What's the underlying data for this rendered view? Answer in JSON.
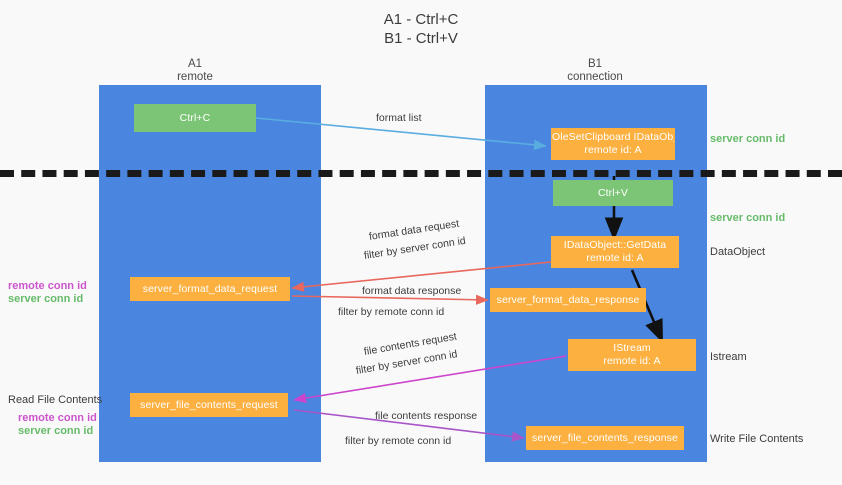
{
  "title": {
    "line1": "A1 - Ctrl+C",
    "line2": "B1 - Ctrl+V"
  },
  "columns": [
    {
      "name": "A1",
      "subtitle": "remote"
    },
    {
      "name": "B1",
      "subtitle": "connection"
    }
  ],
  "colors": {
    "lane": "#4a86e0",
    "green_box": "#7cc576",
    "orange_box": "#fbb040",
    "server_conn_id": "#66bb6a",
    "remote_conn_id": "#cc55cc",
    "arrow_blue": "#5aade0",
    "arrow_red": "#e8685e",
    "arrow_magenta": "#cc44cc",
    "arrow_purple": "#a855c8",
    "arrow_black": "#111111",
    "background": "#f9f9f9"
  },
  "boxes": {
    "ctrl_c": {
      "line1": "Ctrl+C",
      "line2": ""
    },
    "data_object_set": {
      "line1": "OleSetClipboard IDataObject",
      "line2": "remote id: A"
    },
    "ctrl_v": {
      "line1": "Ctrl+V",
      "line2": ""
    },
    "get_data": {
      "line1": "IDataObject::GetData",
      "line2": "remote id: A"
    },
    "server_format_data_request": {
      "line1": "server_format_data_request",
      "line2": ""
    },
    "server_format_data_response": {
      "line1": "server_format_data_response",
      "line2": ""
    },
    "istream": {
      "line1": "IStream",
      "line2": "remote id: A"
    },
    "server_file_contents_request": {
      "line1": "server_file_contents_request",
      "line2": ""
    },
    "server_file_contents_response": {
      "line1": "server_file_contents_response",
      "line2": ""
    }
  },
  "arrow_labels": {
    "format_list": "format list",
    "format_data_request": "format data request",
    "format_data_request_filter_prefix": "filter by",
    "format_data_request_filter_value": "server conn id",
    "format_data_response": "format data response",
    "format_data_response_filter_prefix": "filter by",
    "format_data_response_filter_value": "remote conn id",
    "file_contents_request": "file contents request",
    "file_contents_request_filter_prefix": "filter by",
    "file_contents_request_filter_value": "server conn id",
    "file_contents_response": "file contents response",
    "file_contents_response_filter_prefix": "filter by",
    "file_contents_response_filter_value": "remote conn id"
  },
  "right_annotations": {
    "server_conn_id_top": "server conn id",
    "server_conn_id_mid": "server conn id",
    "data_object": "DataObject",
    "istream": "Istream",
    "write_file_contents": "Write File Contents"
  },
  "left_annotations": {
    "remote_conn_id_mid": "remote conn id",
    "server_conn_id_mid": "server conn id",
    "read_file_contents": "Read File Contents",
    "remote_conn_id_bottom": "remote conn id",
    "server_conn_id_bottom": "server conn id"
  }
}
